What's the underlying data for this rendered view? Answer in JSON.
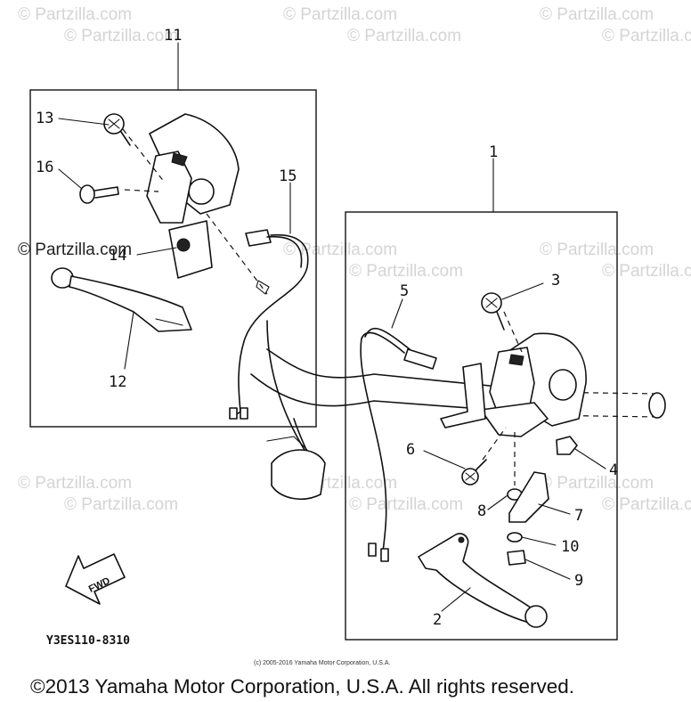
{
  "watermark": "© Partzilla.com",
  "callouts": {
    "c1": "1",
    "c2": "2",
    "c3": "3",
    "c4": "4",
    "c5": "5",
    "c6": "6",
    "c7": "7",
    "c8": "8",
    "c9": "9",
    "c10": "10",
    "c11": "11",
    "c12": "12",
    "c13": "13",
    "c14": "14",
    "c15": "15",
    "c16": "16"
  },
  "fwd_label": "FWD",
  "diagram_code": "Y3ES110-8310",
  "small_copyright": "(c) 2005-2016 Yamaha Motor Corporation, U.S.A.",
  "copyright": "©2013 Yamaha Motor Corporation, U.S.A. All rights reserved."
}
